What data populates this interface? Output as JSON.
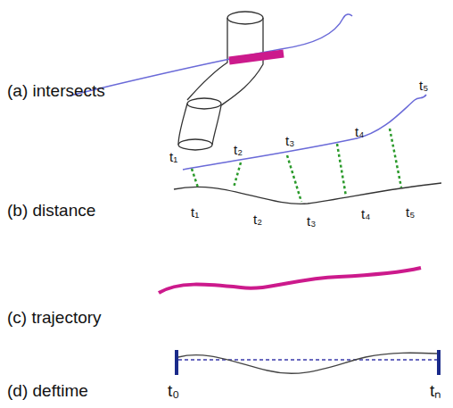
{
  "diagram": {
    "labels": [
      "(a) intersects",
      "(b) distance",
      "t₁",
      "t₂",
      "t₃",
      "t₄",
      "t₅",
      "t₁",
      "t₂",
      "t₃",
      "t₄",
      "t₅",
      "(c) trajectory",
      "(d) deftime",
      "t₀",
      "tₙ"
    ]
  }
}
